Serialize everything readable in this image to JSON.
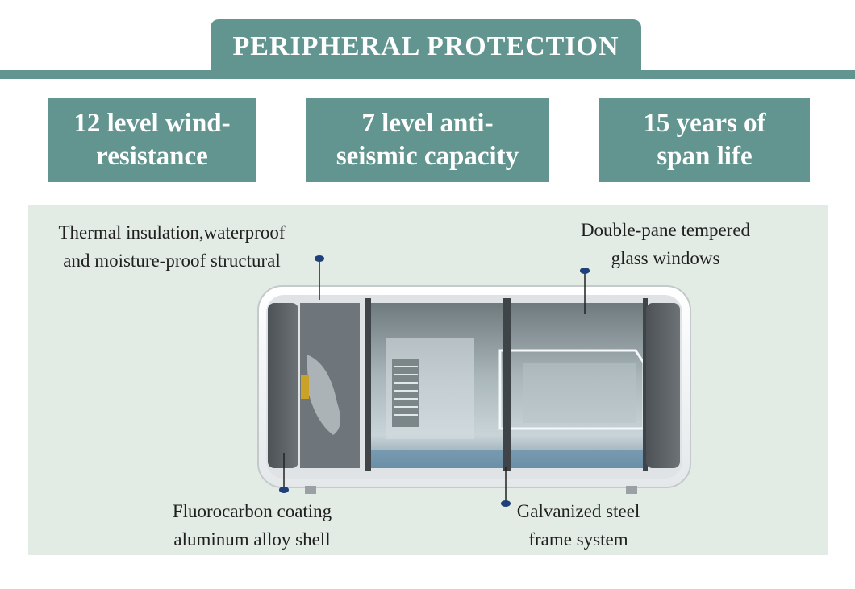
{
  "header": {
    "title": "PERIPHERAL PROTECTION"
  },
  "features": [
    {
      "line1": "12 level wind-",
      "line2": "resistance"
    },
    {
      "line1": "7 level anti-",
      "line2": "seismic capacity"
    },
    {
      "line1": "15 years of",
      "line2": "span life"
    }
  ],
  "callouts": {
    "insulation": {
      "line1": "Thermal insulation,waterproof",
      "line2": "and moisture-proof structural"
    },
    "windows": {
      "line1": "Double-pane tempered",
      "line2": "glass windows"
    },
    "coating": {
      "line1": "Fluorocarbon coating",
      "line2": "aluminum alloy shell"
    },
    "frame": {
      "line1": "Galvanized steel",
      "line2": "frame system"
    }
  },
  "colors": {
    "accent": "#62958f",
    "panel_background": "#e3ebe5",
    "marker": "#1d3f7a",
    "text": "#1f1f1f"
  }
}
